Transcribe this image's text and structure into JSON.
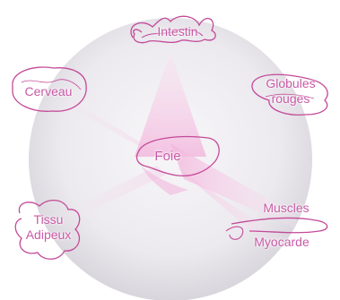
{
  "colors": {
    "label_pink": "#c95aa6",
    "outline_pink": "#c44a98",
    "disc_light": "#f4f2f6",
    "disc_edge": "#d9d6de",
    "ray_pink": "#f2b8dd"
  },
  "organs": {
    "intestin": "Intestin",
    "cerveau": "Cerveau",
    "globules_line1": "Globules",
    "globules_line2": "rouges",
    "foie": "Foie",
    "tissu_line1": "Tissu",
    "tissu_line2": "Adipeux",
    "muscles": "Muscles",
    "myocarde": "Myocarde"
  }
}
